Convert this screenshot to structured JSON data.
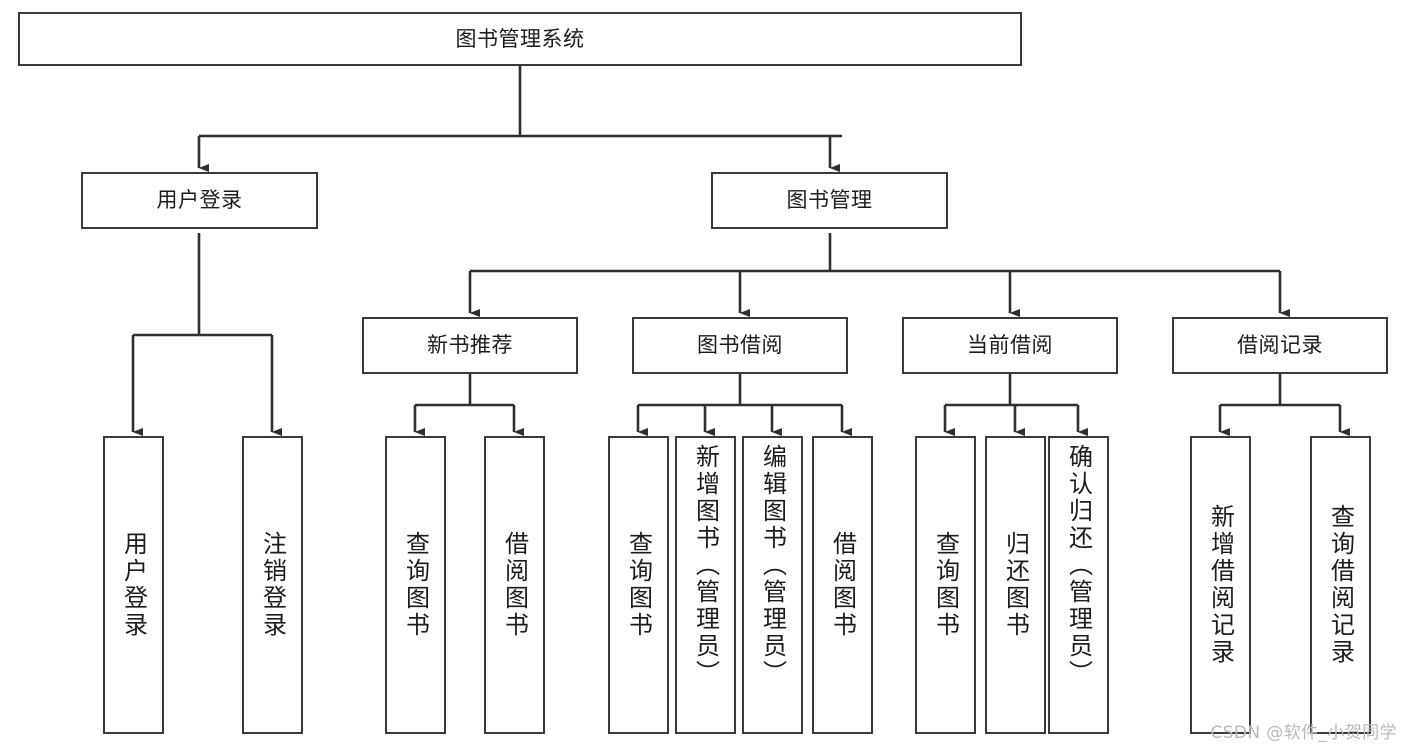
{
  "diagram": {
    "title": "图书管理系统",
    "type": "tree-hierarchy-chart",
    "root": {
      "label": "图书管理系统"
    },
    "level2": [
      {
        "label": "用户登录"
      },
      {
        "label": "图书管理"
      }
    ],
    "level3": [
      {
        "label": "新书推荐"
      },
      {
        "label": "图书借阅"
      },
      {
        "label": "当前借阅"
      },
      {
        "label": "借阅记录"
      }
    ],
    "leaves": {
      "user_login": [
        {
          "label": "用户登录"
        },
        {
          "label": "注销登录"
        }
      ],
      "new_book_recommend": [
        {
          "label": "查询图书"
        },
        {
          "label": "借阅图书"
        }
      ],
      "book_borrow": [
        {
          "label": "查询图书"
        },
        {
          "label": "新增图书（管理员）"
        },
        {
          "label": "编辑图书（管理员）"
        },
        {
          "label": "借阅图书"
        }
      ],
      "current_borrow": [
        {
          "label": "查询图书"
        },
        {
          "label": "归还图书"
        },
        {
          "label": "确认归还（管理员）"
        }
      ],
      "borrow_record": [
        {
          "label": "新增借阅记录"
        },
        {
          "label": "查询借阅记录"
        }
      ]
    }
  },
  "watermark": {
    "text": "CSDN @软件_小贺同学"
  },
  "colors": {
    "stroke": "#3a3a3a",
    "background": "#ffffff",
    "text": "#1c1c1c",
    "watermark": "#b9b9b9"
  }
}
